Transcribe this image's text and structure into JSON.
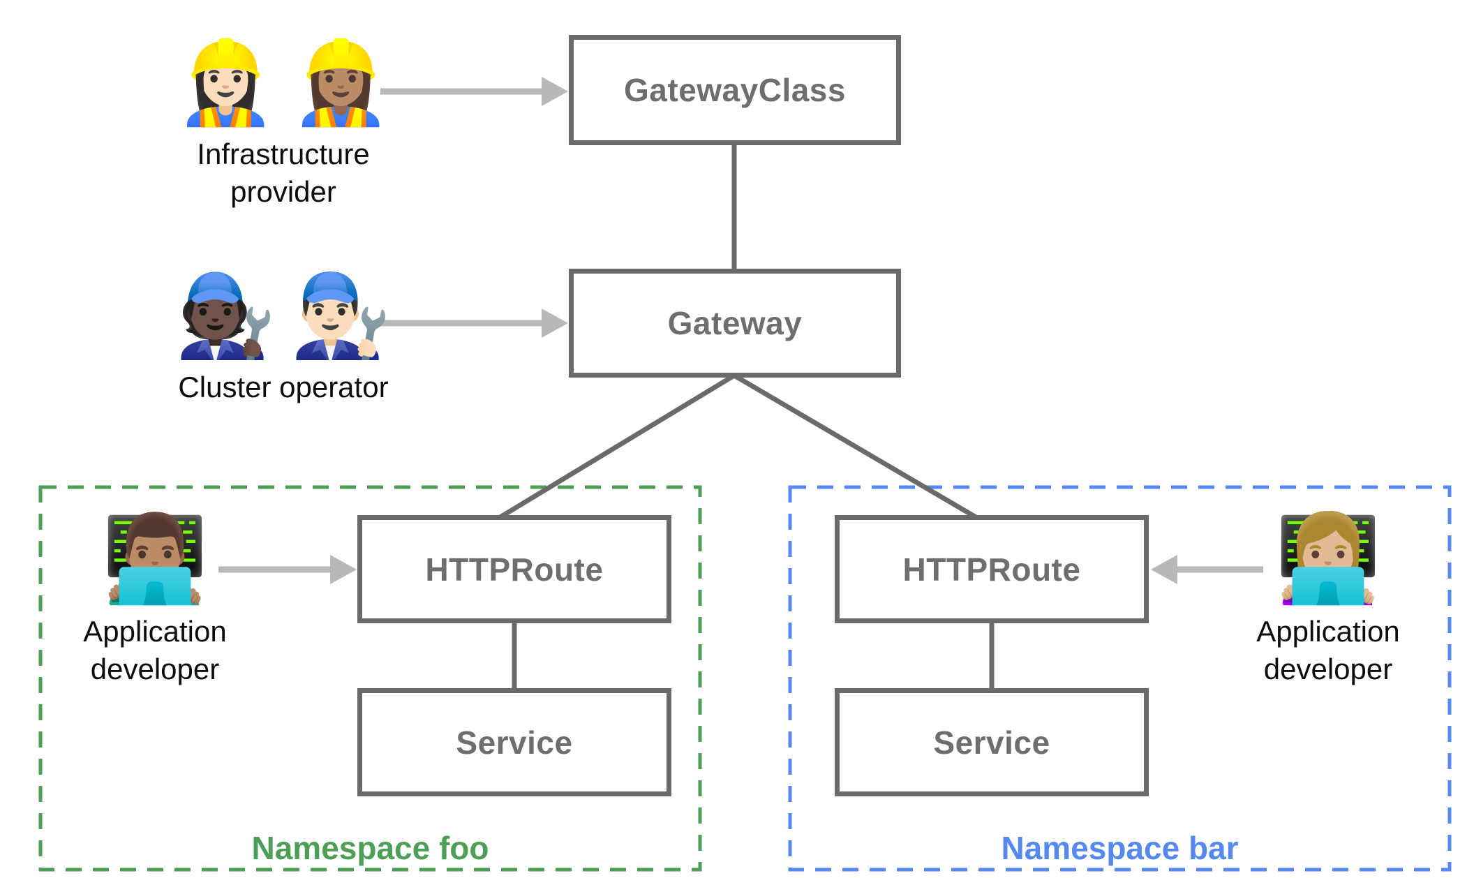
{
  "colors": {
    "background": "#ffffff",
    "node_border": "#6a6a6a",
    "node_label": "#6e6e6e",
    "connector": "#6a6a6a",
    "arrow": "#b8b8b8",
    "namespace_foo_accent": "#4d9e56",
    "namespace_bar_accent": "#5589f0",
    "persona_label": "#0d0d0d"
  },
  "nodes": {
    "gatewayclass": {
      "label": "GatewayClass"
    },
    "gateway": {
      "label": "Gateway"
    },
    "httproute_foo": {
      "label": "HTTPRoute"
    },
    "service_foo": {
      "label": "Service"
    },
    "httproute_bar": {
      "label": "HTTPRoute"
    },
    "service_bar": {
      "label": "Service"
    }
  },
  "namespaces": {
    "foo": {
      "label": "Namespace foo"
    },
    "bar": {
      "label": "Namespace bar"
    }
  },
  "personas": {
    "infrastructure_provider": {
      "emojis": [
        "👷🏻‍♀️",
        "👷🏽‍♀️"
      ],
      "label": "Infrastructure provider"
    },
    "cluster_operator": {
      "emojis": [
        "🧑🏿‍🔧",
        "👨🏻‍🔧"
      ],
      "label": "Cluster operator"
    },
    "app_developer_foo": {
      "emojis": [
        "👨🏽‍💻"
      ],
      "label": "Application developer"
    },
    "app_developer_bar": {
      "emojis": [
        "👩🏼‍💻"
      ],
      "label": "Application developer"
    }
  }
}
